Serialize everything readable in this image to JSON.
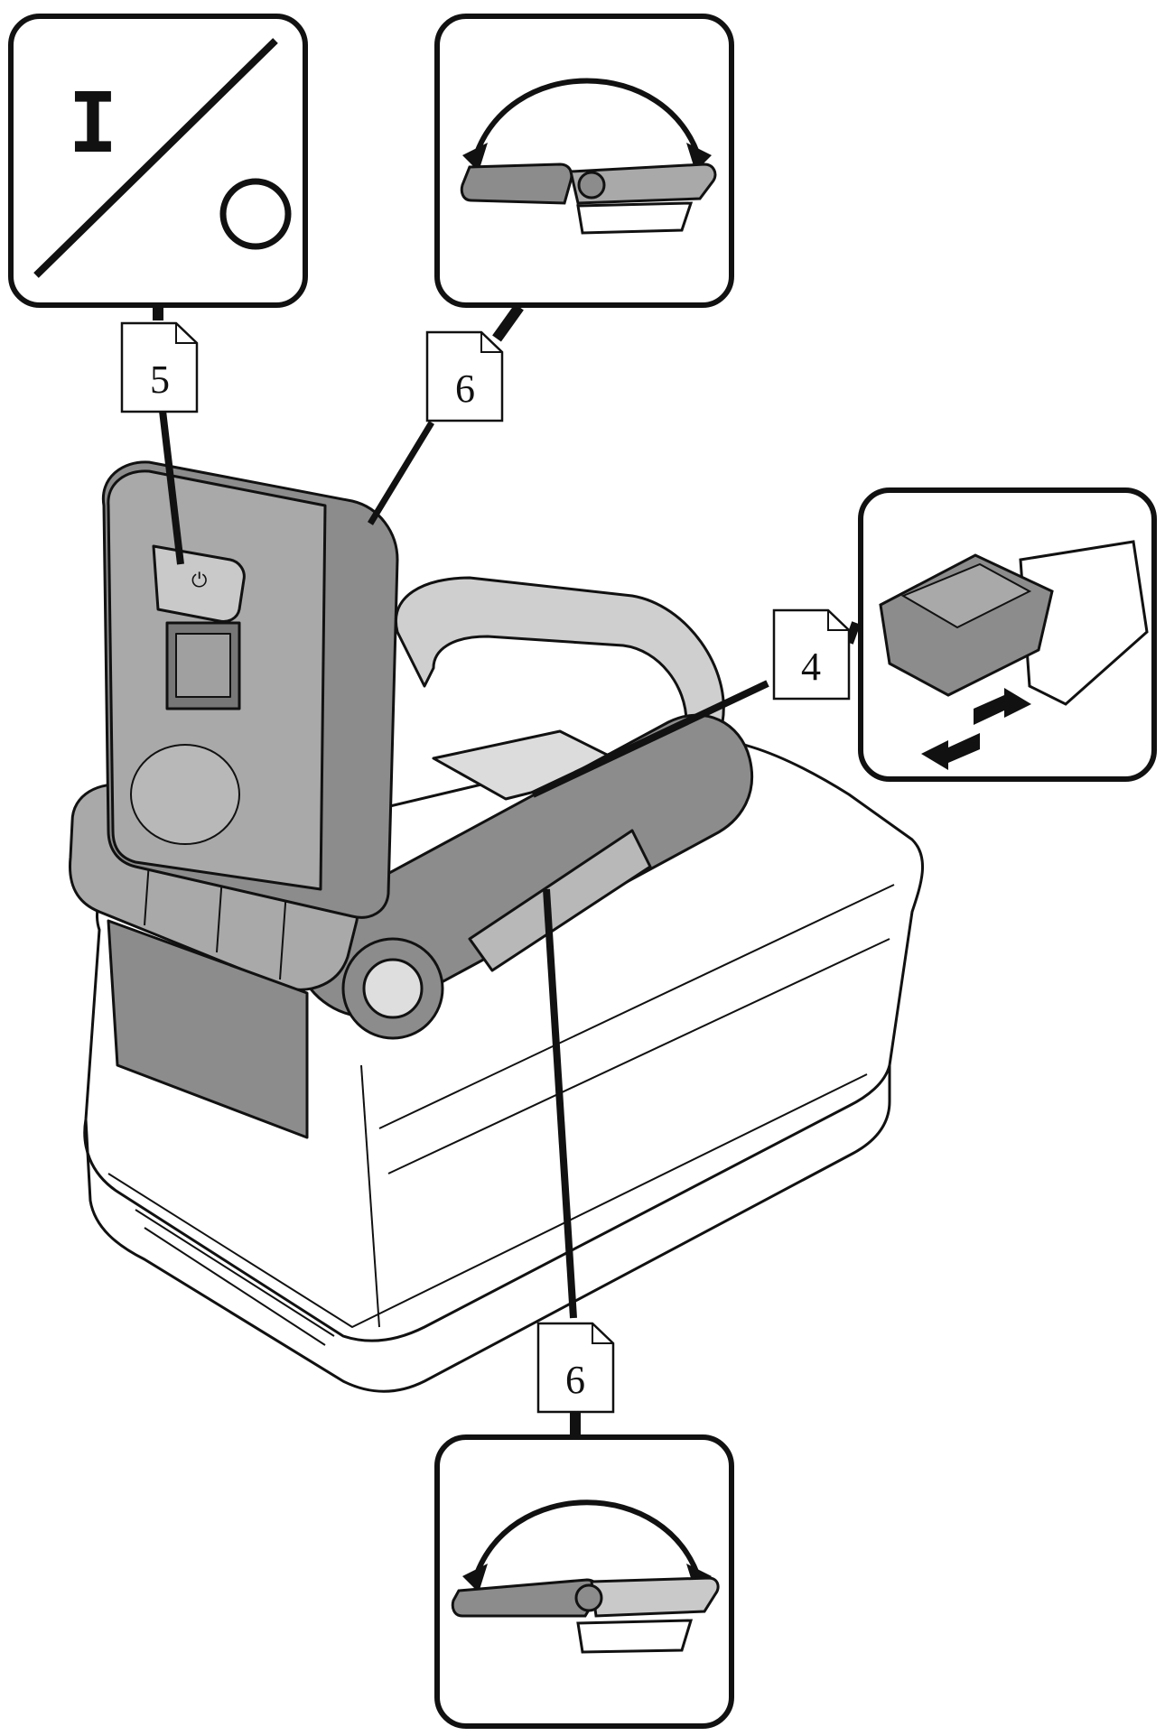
{
  "colors": {
    "ink": "#111111",
    "device_dark": "#8c8c8c",
    "device_mid": "#a9a9a9",
    "device_light": "#c9c9c9",
    "paper": "#ffffff"
  },
  "panels": {
    "power": {
      "on_symbol": "I",
      "off_symbol": "O"
    },
    "rotate_top": {
      "icon": "rotate-arc-arrow-icon"
    },
    "slide_battery": {
      "icon": "slide-double-arrow-icon"
    },
    "rotate_bottom": {
      "icon": "rotate-arc-arrow-icon"
    }
  },
  "callouts": {
    "power": "5",
    "rotate_top": "6",
    "slide": "4",
    "rotate_bottom": "6"
  }
}
